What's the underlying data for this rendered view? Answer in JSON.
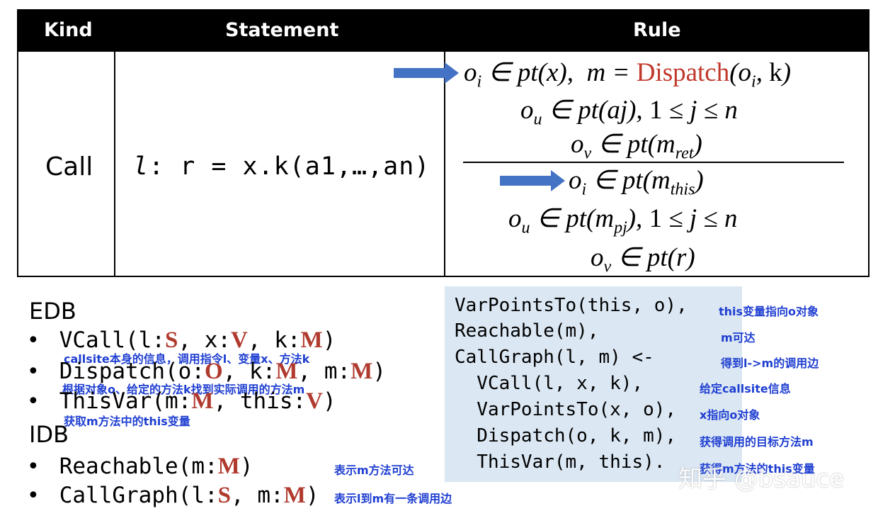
{
  "table": {
    "headers": [
      "Kind",
      "Statement",
      "Rule"
    ],
    "kind": "Call",
    "statement_label": "l",
    "statement_rest": ": r = x.k(a1,…,an)",
    "rule_premises": [
      "o_i ∈ pt(x),  m = Dispatch(o_i, k)",
      "o_u ∈ pt(aj), 1 ≤ j ≤ n",
      "o_v ∈ pt(m_ret)"
    ],
    "rule_conclusions": [
      "o_i ∈ pt(m_this)",
      "o_u ∈ pt(m_pj), 1 ≤ j ≤ n",
      "o_v ∈ pt(r)"
    ],
    "dispatch_word": "Dispatch",
    "dispatch_color": "#c0392b"
  },
  "edb": {
    "title": "EDB",
    "items": [
      {
        "text_a": "VCall(l:",
        "S": "S",
        "text_b": ", x:",
        "V": "V",
        "text_c": ", k:",
        "M": "M",
        "text_d": ")"
      },
      {
        "text_a": "Dispatch(o:",
        "O": "O",
        "text_b": ", k:",
        "M1": "M",
        "text_c": ", m:",
        "M2": "M",
        "text_d": ")"
      },
      {
        "text_a": "ThisVar(m:",
        "M": "M",
        "text_b": ", this:",
        "V": "V",
        "text_c": ")"
      }
    ],
    "notes": [
      "callsite本身的信息，调用指令l、变量x、方法k",
      "根据对象o、给定的方法k找到实际调用的方法m",
      "获取m方法中的this变量"
    ]
  },
  "idb": {
    "title": "IDB",
    "items": [
      {
        "text_a": "Reachable(m:",
        "M": "M",
        "text_b": ")"
      },
      {
        "text_a": "CallGraph(l:",
        "S": "S",
        "text_b": ", m:",
        "M": "M",
        "text_c": ")"
      }
    ],
    "notes": [
      "表示m方法可达",
      "表示l到m有一条调用边"
    ]
  },
  "rule_code": {
    "lines": [
      "VarPointsTo(this, o),",
      "Reachable(m),",
      "CallGraph(l, m) <-",
      "  VCall(l, x, k),",
      "  VarPointsTo(x, o),",
      "  Dispatch(o, k, m),",
      "  ThisVar(m, this)."
    ],
    "notes": [
      "this变量指向o对象",
      "m可达",
      "得到l->m的调用边",
      "给定callsite信息",
      "x指向o对象",
      "获得调用的目标方法m",
      "获得m方法的this变量"
    ]
  },
  "watermark": "知乎 @bsauce",
  "colors": {
    "accent_red": "#b03a2e",
    "note_blue": "#1f3fd1",
    "arrow_blue": "#4472c4",
    "panel_bg": "#dbe7f3"
  }
}
